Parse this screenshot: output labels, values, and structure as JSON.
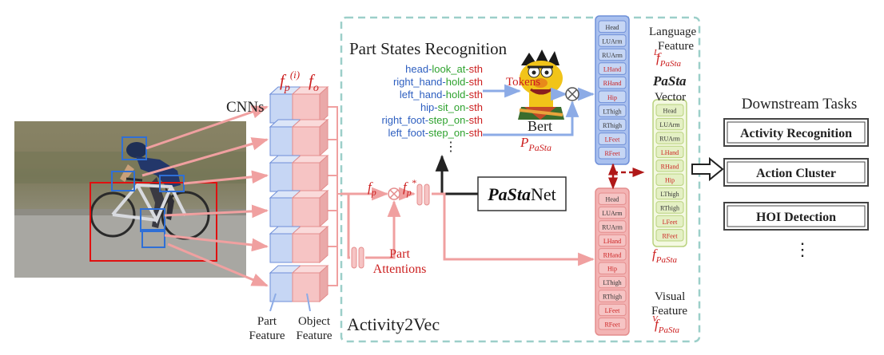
{
  "module": {
    "title": "Activity2Vec",
    "net_prefix": "PaSta",
    "net_suffix": "Net"
  },
  "cnn": {
    "label": "CNNs",
    "fp_base": "f",
    "fp_sub": "p",
    "fp_sup": "(i)",
    "fo_base": "f",
    "fo_sub": "o",
    "part_feature_line1": "Part",
    "part_feature_line2": "Feature",
    "object_feature_line1": "Object",
    "object_feature_line2": "Feature"
  },
  "recognition": {
    "title": "Part States Recognition",
    "states": [
      {
        "part": "head",
        "verb": "look_at",
        "obj": "sth"
      },
      {
        "part": "right_hand",
        "verb": "hold",
        "obj": "sth"
      },
      {
        "part": "left_hand",
        "verb": "hold",
        "obj": "sth"
      },
      {
        "part": "hip",
        "verb": "sit_on",
        "obj": "sth"
      },
      {
        "part": "right_foot",
        "verb": "step_on",
        "obj": "sth"
      },
      {
        "part": "left_foot",
        "verb": "step_on",
        "obj": "sth"
      }
    ],
    "tokens_label": "Tokens",
    "bert_label": "Bert",
    "ppasta_base": "P",
    "ppasta_sub": "PaSta",
    "dots": "⋮"
  },
  "attention": {
    "fp_label_base": "f",
    "fp_label_sub": "p",
    "fpstar_base": "f",
    "fpstar_sub": "p",
    "fpstar_sup": "*",
    "part_attn_line1": "Part",
    "part_attn_line2": "Attentions"
  },
  "parts": [
    "Head",
    "LUArm",
    "RUArm",
    "LHand",
    "RHand",
    "Hip",
    "LThigh",
    "RThigh",
    "LFeet",
    "RFeet"
  ],
  "red_parts": [
    "LHand",
    "RHand",
    "Hip",
    "LFeet",
    "RFeet"
  ],
  "language_feature": {
    "line1": "Language",
    "line2": "Feature",
    "sym_base": "f",
    "sym_sub": "PaSta",
    "sym_sup": "L"
  },
  "visual_feature": {
    "line1": "Visual",
    "line2": "Feature",
    "sym_base": "f",
    "sym_sub": "PaSta",
    "sym_sup": "V"
  },
  "pasta_vector": {
    "line1": "PaSta",
    "line2": "Vector",
    "sym_base": "f",
    "sym_sub": "PaSta"
  },
  "downstream": {
    "title": "Downstream Tasks",
    "tasks": [
      "Activity Recognition",
      "Action Cluster",
      "HOI Detection"
    ],
    "more": "⋮"
  },
  "colors": {
    "blue_fill": "#c6d6f4",
    "blue_stroke": "#6f8fd8",
    "red_fill": "#f6c4c4",
    "red_stroke": "#e48d8d",
    "green_fill": "#e4f0c4",
    "green_stroke": "#b9d27e",
    "arrow_pink": "#f0a0a0",
    "arrow_blue": "#8cabe6",
    "dark_red": "#b01818",
    "dashed_teal": "#9ccfc9",
    "text_blue": "#2e5fc0",
    "text_green": "#2ea22e",
    "text_red": "#cc1f1f"
  }
}
